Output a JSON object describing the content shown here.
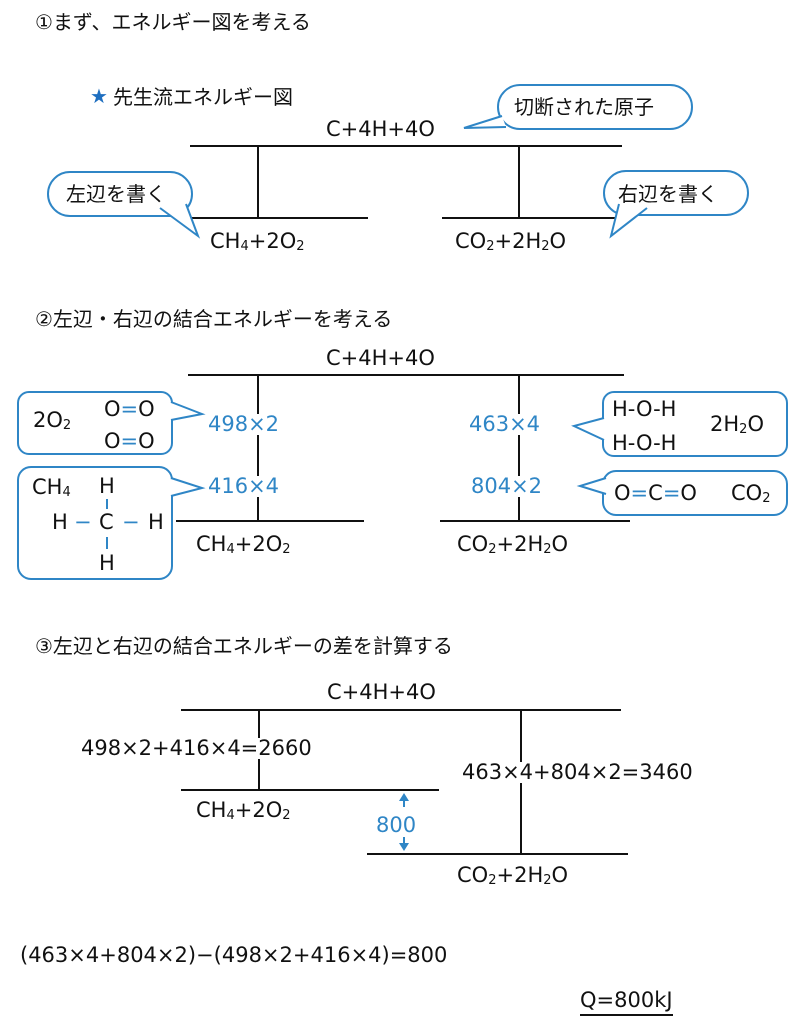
{
  "s1": {
    "heading": "①まず、エネルギー図を考える",
    "star": "★",
    "subtitle": "先生流エネルギー図",
    "top": "C+4H+4O",
    "callout_top": "切断された原子",
    "callout_left": "左辺を書く",
    "callout_right": "右辺を書く",
    "left_a": "CH",
    "left_b": "4",
    "left_c": "+2O",
    "left_d": "2",
    "right_a": "CO",
    "right_b": "2",
    "right_c": "+2H",
    "right_d": "2",
    "right_e": "O"
  },
  "s2": {
    "heading": "②左辺・右辺の結合エネルギーを考える",
    "top": "C+4H+4O",
    "v1": "498×2",
    "v2": "416×4",
    "v3": "463×4",
    "v4": "804×2",
    "o2_a": "2O",
    "o2_b": "2",
    "oo1_a": "O",
    "oo1_b": "=",
    "oo1_c": "O",
    "oo2_a": "O",
    "oo2_b": "=",
    "oo2_c": "O",
    "ch4_a": "CH",
    "ch4_b": "4",
    "h_top": "H",
    "h_left": "H",
    "c_center": "C",
    "h_right": "H",
    "h_bottom": "H",
    "dash_l": "−",
    "dash_r": "−",
    "hoh1": "H-O-H",
    "hoh2": "H-O-H",
    "h2o_a": "2H",
    "h2o_b": "2",
    "h2o_c": "O",
    "oco_a": "O",
    "oco_b": "=",
    "oco_c": "C",
    "oco_d": "=",
    "oco_e": "O",
    "co2_a": "CO",
    "co2_b": "2",
    "left_a": "CH",
    "left_b": "4",
    "left_c": "+2O",
    "left_d": "2",
    "right_a": "CO",
    "right_b": "2",
    "right_c": "+2H",
    "right_d": "2",
    "right_e": "O"
  },
  "s3": {
    "heading": "③左辺と右辺の結合エネルギーの差を計算する",
    "top": "C+4H+4O",
    "left_sum": "498×2+416×4=2660",
    "right_sum": "463×4+804×2=3460",
    "diff": "800",
    "left_a": "CH",
    "left_b": "4",
    "left_c": "+2O",
    "left_d": "2",
    "right_a": "CO",
    "right_b": "2",
    "right_c": "+2H",
    "right_d": "2",
    "right_e": "O"
  },
  "calc": "(463×4+804×2)−(498×2+416×4)=800",
  "answer": "Q=800kJ"
}
